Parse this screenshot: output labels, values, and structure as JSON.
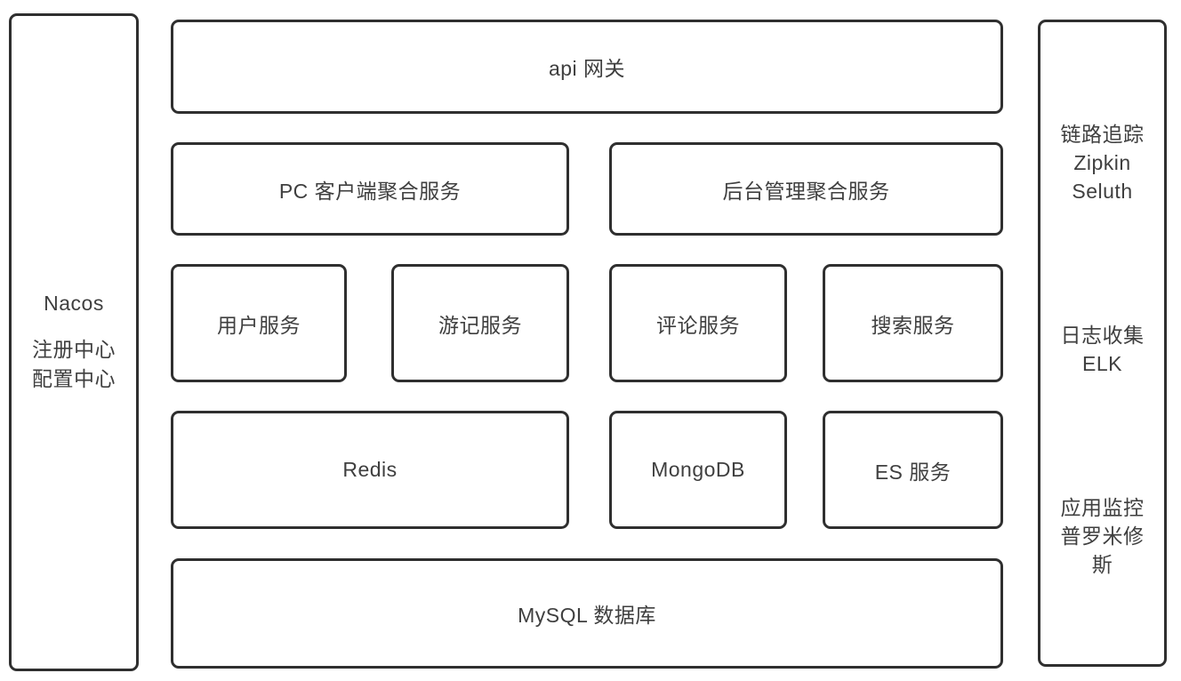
{
  "diagram": {
    "left_panel": {
      "title": "Nacos",
      "line1": "注册中心",
      "line2": "配置中心"
    },
    "gateway": {
      "label": "api 网关"
    },
    "aggregation": [
      {
        "label": "PC 客户端聚合服务"
      },
      {
        "label": "后台管理聚合服务"
      }
    ],
    "services": [
      {
        "label": "用户服务"
      },
      {
        "label": "游记服务"
      },
      {
        "label": "评论服务"
      },
      {
        "label": "搜索服务"
      }
    ],
    "storage": [
      {
        "label": "Redis"
      },
      {
        "label": "MongoDB"
      },
      {
        "label": "ES 服务"
      }
    ],
    "database": {
      "label": "MySQL 数据库"
    },
    "right_panel": {
      "tracing": {
        "line1": "链路追踪",
        "line2": "Zipkin",
        "line3": "Seluth"
      },
      "logging": {
        "line1": "日志收集",
        "line2": "ELK"
      },
      "monitoring": {
        "line1": "应用监控",
        "line2": "普罗米修斯"
      }
    },
    "colors": {
      "border": "#2f2f2f",
      "text": "#3f3f3f",
      "background": "#ffffff"
    }
  }
}
